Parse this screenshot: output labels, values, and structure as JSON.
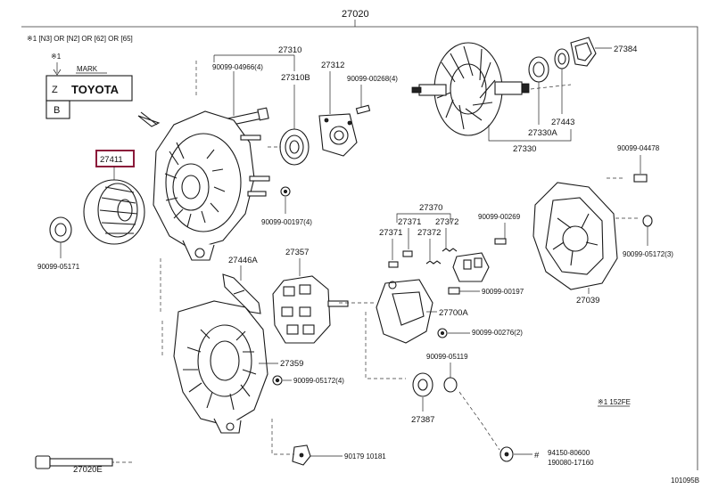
{
  "title_part": "27020",
  "legend": {
    "note": "※1 [N3] OR [N2] OR [62] OR [65]",
    "star": "※1",
    "mark_label": "MARK",
    "brand": "TOYOTA",
    "letter": "B"
  },
  "parts": {
    "p27310": "27310",
    "p27310b": "27310B",
    "p27312": "27312",
    "p27384": "27384",
    "p27443": "27443",
    "p27330a": "27330A",
    "p27330": "27330",
    "p27411": "27411",
    "p27446a": "27446A",
    "p27357": "27357",
    "p27359": "27359",
    "p27370": "27370",
    "p27371a": "27371",
    "p27371b": "27371",
    "p27372a": "27372",
    "p27372b": "27372",
    "p27700a": "27700A",
    "p27387": "27387",
    "p27039": "27039",
    "p27020e": "27020E"
  },
  "bolts": {
    "b04966": "90099-04966(4)",
    "b00268": "90099-00268(4)",
    "b00197a": "90099-00197(4)",
    "b05171": "90099-05171",
    "b04478": "90099-04478",
    "b00269": "90099-00269",
    "b05172_3": "90099-05172(3)",
    "b00197b": "90099-00197",
    "b00276": "90099-00276(2)",
    "b05119": "90099-05119",
    "b05172_4": "90099-05172(4)",
    "b10181": "90179 10181",
    "b80600": "94150-80600",
    "b17160": "190080-17160"
  },
  "misc": {
    "ref_note": "※1 152FE",
    "hash": "#",
    "footer_code": "101095B"
  }
}
